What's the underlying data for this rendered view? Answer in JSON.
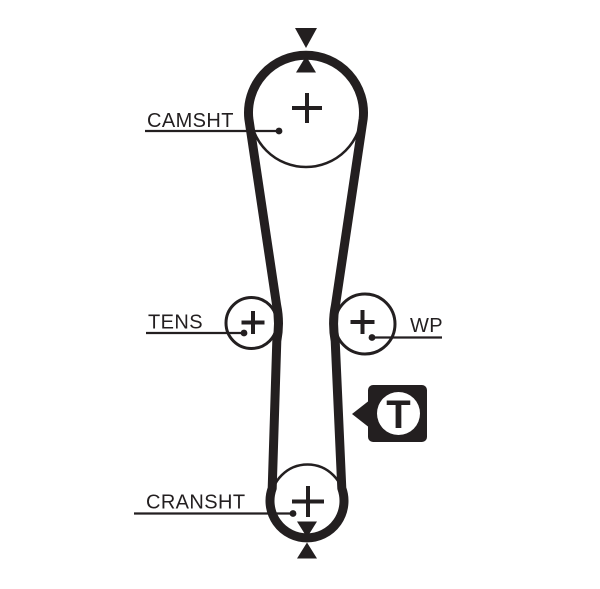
{
  "diagram": {
    "background_color": "#ffffff",
    "ink_color": "#231f20",
    "labels": {
      "camshaft": "CAMSHT",
      "tensioner": "TENS",
      "water_pump": "WP",
      "crankshaft": "CRANSHT"
    },
    "badge": {
      "letter": "T"
    }
  }
}
